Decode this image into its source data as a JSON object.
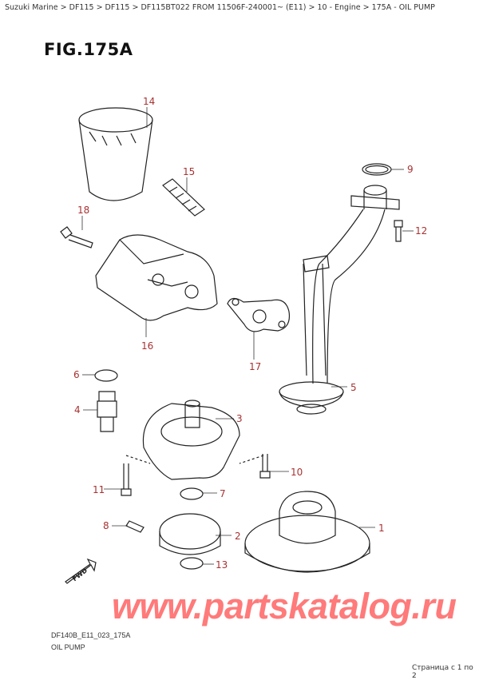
{
  "breadcrumb": "Suzuki Marine > DF115 > DF115 > DF115BT022 FROM 11506F-240001~ (E11) > 10 - Engine > 175A - OIL PUMP",
  "figure_title": "FIG.175A",
  "diagram": {
    "callouts": [
      "1",
      "2",
      "3",
      "4",
      "5",
      "6",
      "7",
      "8",
      "9",
      "10",
      "11",
      "12",
      "13",
      "14",
      "15",
      "16",
      "17",
      "18"
    ],
    "callout_color": "#a83232",
    "direction_label": "FWD"
  },
  "footer": {
    "code": "DF140B_E11_023_175A",
    "title": "OIL PUMP",
    "pager": "Страница с 1 по 2"
  },
  "watermark": "www.partskatalog.ru"
}
